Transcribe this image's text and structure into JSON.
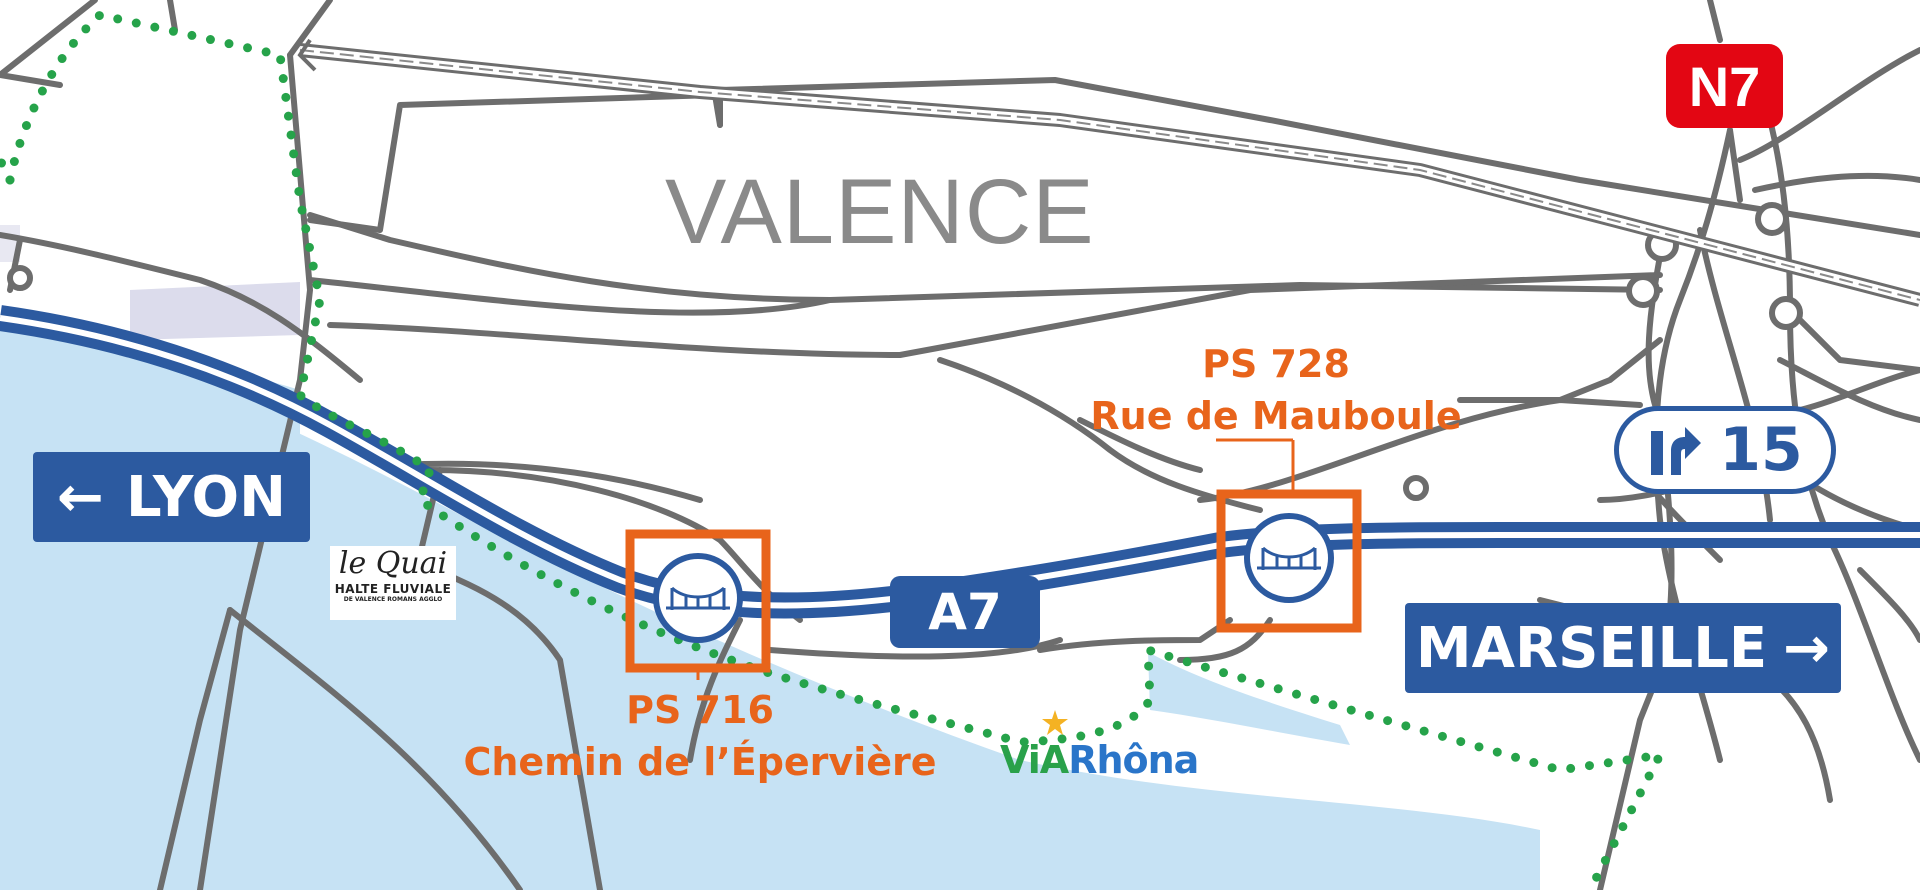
{
  "city": {
    "name": "VALENCE"
  },
  "bridges": [
    {
      "code": "PS 716",
      "name": "Chemin de l’Épervière"
    },
    {
      "code": "PS 728",
      "name": "Rue de Mauboule"
    }
  ],
  "signs": {
    "lyon": {
      "arrow": "←",
      "label": "LYON"
    },
    "marseille": {
      "label": "MARSEILLE",
      "arrow": "→"
    },
    "motorway": "A7",
    "national_road": "N7",
    "exit": {
      "icon": "exit-arrow-icon",
      "number": "15"
    }
  },
  "logos": {
    "le_quai": {
      "script": "le Quai",
      "line1": "HALTE FLUVIALE",
      "line2": "DE VALENCE ROMANS AGGLO"
    },
    "viarhona": {
      "part1": "ViA",
      "part2": "Rhôna"
    }
  },
  "colors": {
    "road": "#6d6d6d",
    "motorway": "#2c5aa0",
    "river": "#c6e2f4",
    "cycle_route": "#26a34a",
    "bridge_marker": "#e8641b",
    "n7_badge": "#e30613",
    "city_text": "#8a8a8a"
  }
}
